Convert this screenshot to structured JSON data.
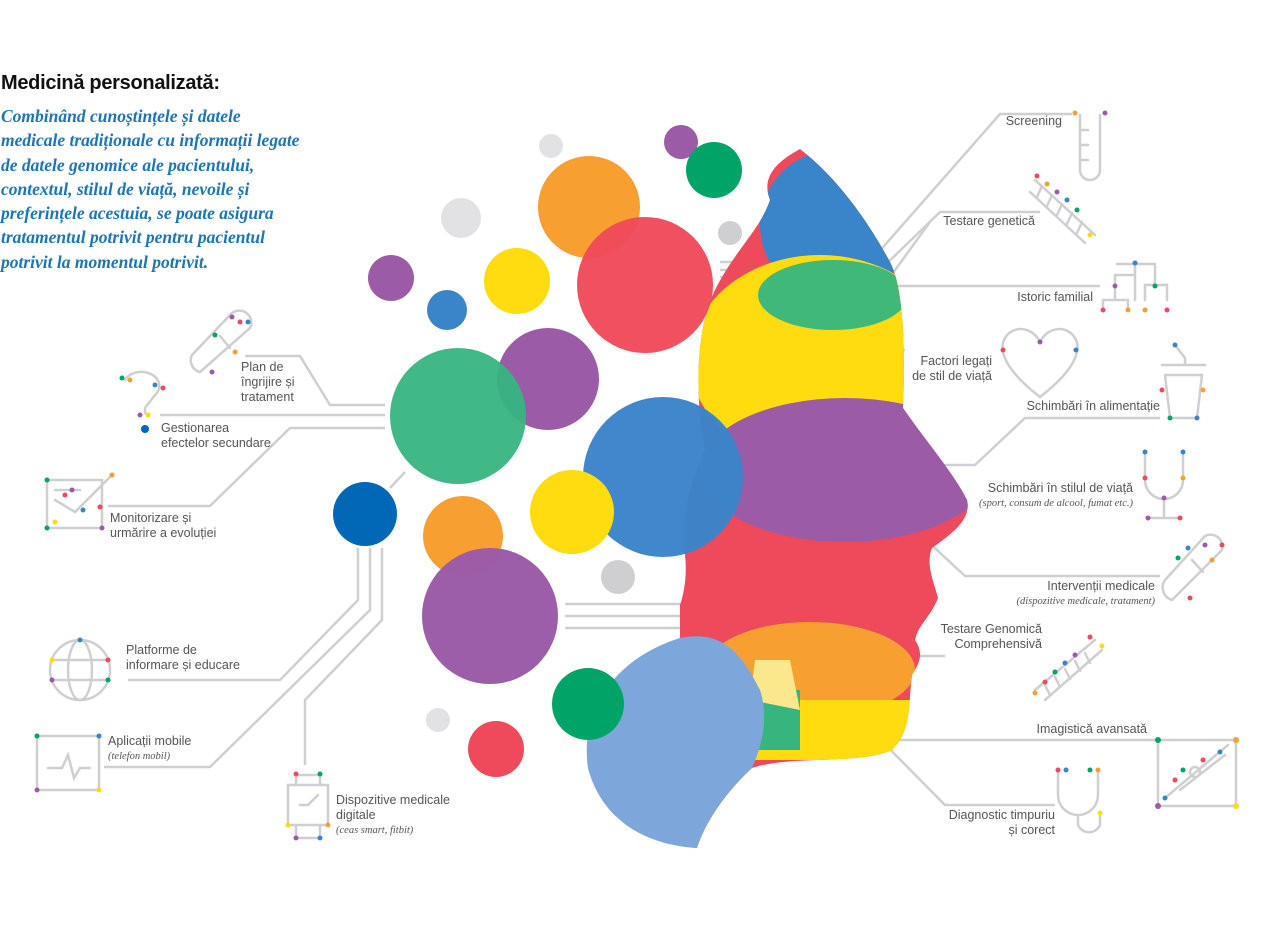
{
  "title": "Medicină personalizată:",
  "intro": "Combinând cunoștințele și datele medicale tradiționale cu informații legate de datele genomice ale pacientului, contextul, stilul de viață, nevoile și preferințele acestuia, se poate asigura tratamentul potrivit pentru pacientul potrivit la momentul potrivit.",
  "labels": {
    "screening": "Screening",
    "testare_genetica": "Testare genetică",
    "istoric_familial": "Istoric familial",
    "factori_1": "Factori legați",
    "factori_2": "de stil de viață",
    "alimentatie": "Schimbări în alimentație",
    "stil_viata": "Schimbări în stilul de viață",
    "stil_viata_sub": "(sport, consum de alcool, fumat etc.)",
    "interventii": "Intervenții medicale",
    "interventii_sub": "(dispozitive medicale, tratament)",
    "genomica_1": "Testare Genomică",
    "genomica_2": "Comprehensivă",
    "imagistica": "Imagistică avansată",
    "diagnostic_1": "Diagnostic timpuriu",
    "diagnostic_2": "și corect",
    "plan_1": "Plan de",
    "plan_2": "îngrijire și",
    "plan_3": "tratament",
    "gestionarea_1": "Gestionarea",
    "gestionarea_2": "efectelor secundare",
    "monitorizare_1": "Monitorizare și",
    "monitorizare_2": "urmărire a evoluției",
    "platforme_1": "Platforme de",
    "platforme_2": "informare și educare",
    "aplicatii": "Aplicații mobile",
    "aplicatii_sub": "(telefon mobil)",
    "dispozitive_1": "Dispozitive medicale",
    "dispozitive_2": "digitale",
    "dispozitive_sub": "(ceas smart, fitbit)"
  },
  "colors": {
    "red": "#ef4a5b",
    "yellow": "#ffdc0f",
    "purple": "#9b5ba7",
    "blue": "#3a84c9",
    "green": "#36b57f",
    "orange": "#f7a031",
    "lightblue": "#7da7da",
    "gray": "#e2e2e4",
    "darkblue": "#0068b7",
    "line": "#cfcfd1",
    "title": "#111111",
    "intro": "#1b75bb"
  },
  "icons": [
    "test-tube-icon",
    "dna-icon",
    "family-tree-icon",
    "heart-icon",
    "cup-icon",
    "dumbbell-icon",
    "pill-icon",
    "dna-icon",
    "imaging-icon",
    "stethoscope-icon",
    "pill-icon",
    "question-icon",
    "checklist-icon",
    "globe-icon",
    "phone-monitor-icon",
    "smartwatch-icon"
  ]
}
